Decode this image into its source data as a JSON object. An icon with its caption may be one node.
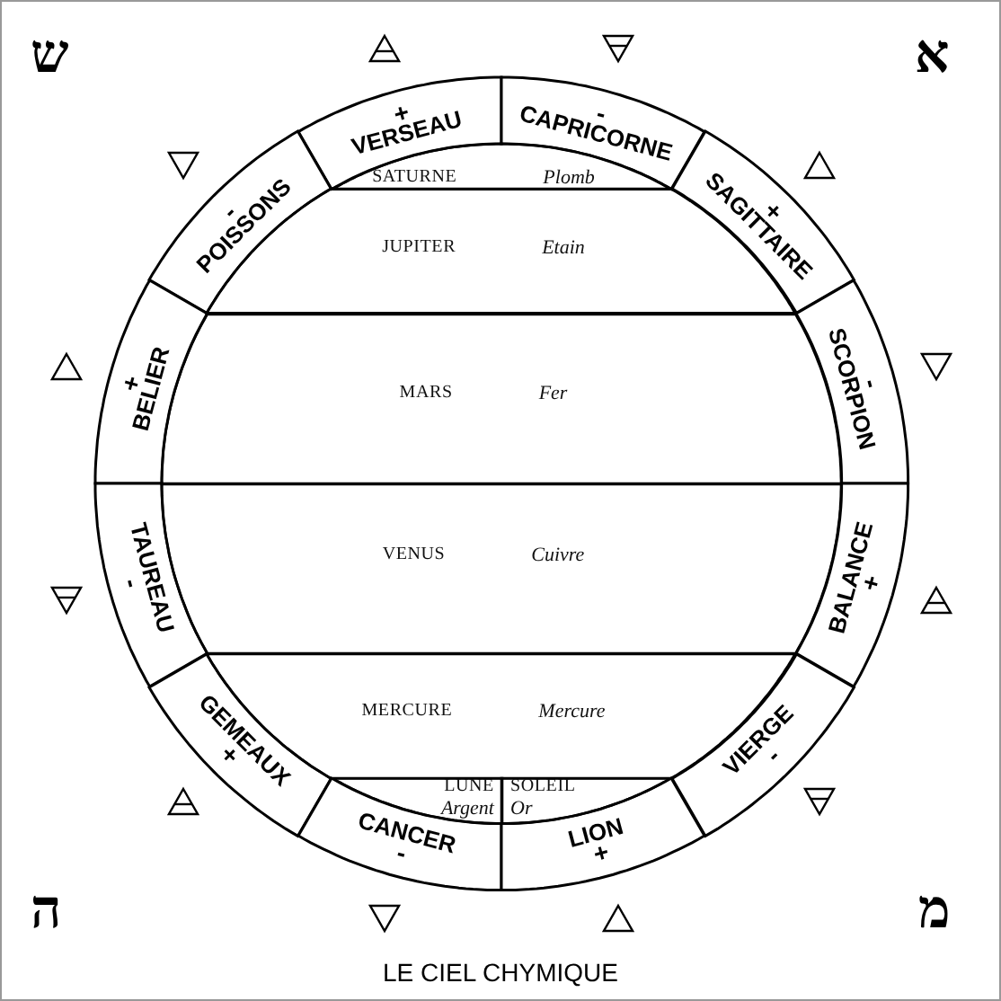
{
  "diagram": {
    "title": "LE CIEL CHYMIQUE",
    "nodes": [
      {
        "text": [
          "VERSEAU",
          "+"
        ]
      },
      {
        "text": [
          "CAPRICORNE",
          "-"
        ]
      },
      {
        "text": [
          "POISSONS",
          "-"
        ]
      },
      {
        "text": [
          "SAGITTAIRE",
          "+"
        ]
      },
      {
        "text": [
          "BELIER",
          "+"
        ]
      },
      {
        "text": [
          "SCORPION",
          "-"
        ]
      },
      {
        "text": [
          "TAUREAU",
          "-"
        ]
      },
      {
        "text": [
          "BALANCE",
          "+"
        ]
      },
      {
        "text": [
          "GEMEAUX",
          "+"
        ]
      },
      {
        "text": [
          "VIERGE",
          "-"
        ]
      },
      {
        "text": [
          "CANCER",
          "-"
        ]
      },
      {
        "text": [
          "LION",
          "+"
        ]
      },
      {
        "text": [
          "SATURNE",
          "Plomb"
        ]
      },
      {
        "text": [
          "JUPITER",
          "Etain"
        ]
      },
      {
        "text": [
          "MARS",
          "Fer"
        ]
      },
      {
        "text": [
          "VENUS",
          "Cuivre"
        ]
      },
      {
        "text": [
          "MERCURE",
          "Mercure"
        ]
      },
      {
        "text": [
          "LUNE",
          "Argent"
        ]
      },
      {
        "text": [
          "SOLEIL",
          "Or"
        ]
      }
    ],
    "labels": [
      "ש",
      "א",
      "ה",
      "מ"
    ]
  }
}
